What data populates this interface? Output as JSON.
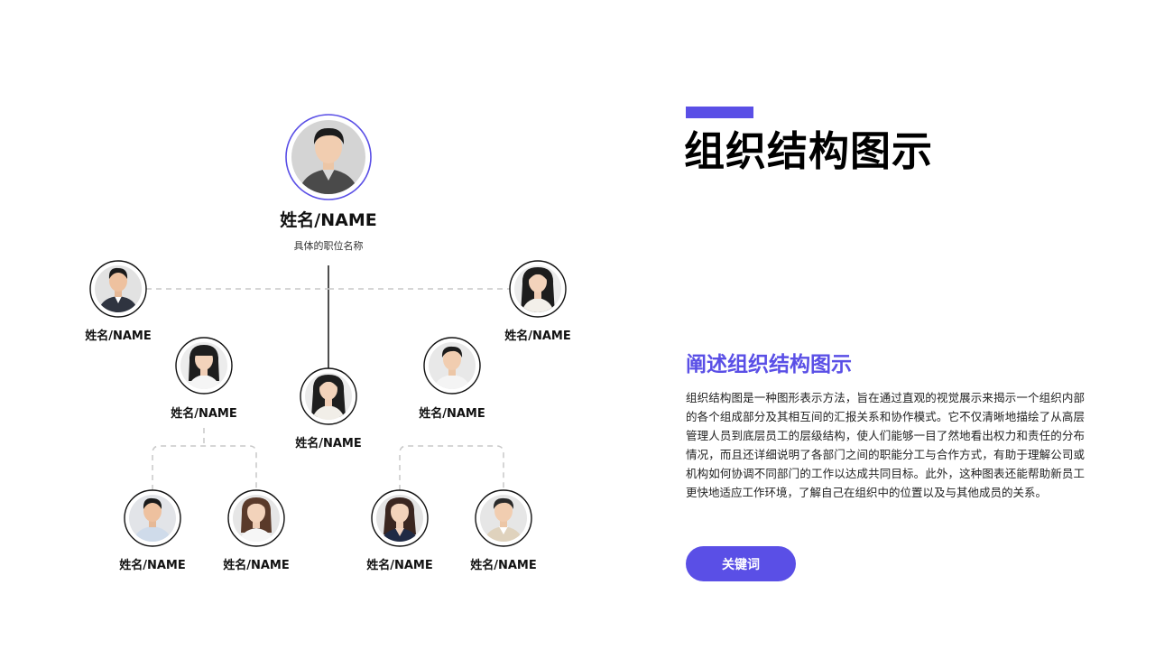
{
  "org_chart": {
    "top": {
      "name": "姓名/NAME",
      "role": "具体的职位名称"
    },
    "members": [
      {
        "id": "left-outer",
        "name": "姓名/NAME"
      },
      {
        "id": "right-outer",
        "name": "姓名/NAME"
      },
      {
        "id": "left-mid",
        "name": "姓名/NAME"
      },
      {
        "id": "center",
        "name": "姓名/NAME"
      },
      {
        "id": "right-mid",
        "name": "姓名/NAME"
      },
      {
        "id": "bottom-1",
        "name": "姓名/NAME"
      },
      {
        "id": "bottom-2",
        "name": "姓名/NAME"
      },
      {
        "id": "bottom-3",
        "name": "姓名/NAME"
      },
      {
        "id": "bottom-4",
        "name": "姓名/NAME"
      }
    ]
  },
  "panel": {
    "title": "组织结构图示",
    "subtitle": "阐述组织结构图示",
    "body": "组织结构图是一种图形表示方法，旨在通过直观的视觉展示来揭示一个组织内部的各个组成部分及其相互间的汇报关系和协作模式。它不仅清晰地描绘了从高层管理人员到底层员工的层级结构，使人们能够一目了然地看出权力和责任的分布情况，而且还详细说明了各部门之间的职能分工与合作方式，有助于理解公司或机构如何协调不同部门的工作以达成共同目标。此外，这种图表还能帮助新员工更快地适应工作环境，了解自己在组织中的位置以及与其他成员的关系。",
    "button_label": "关键词"
  },
  "colors": {
    "accent": "#5a4fe6",
    "connector_solid": "#222222",
    "connector_dashed": "#c8c8c8"
  }
}
